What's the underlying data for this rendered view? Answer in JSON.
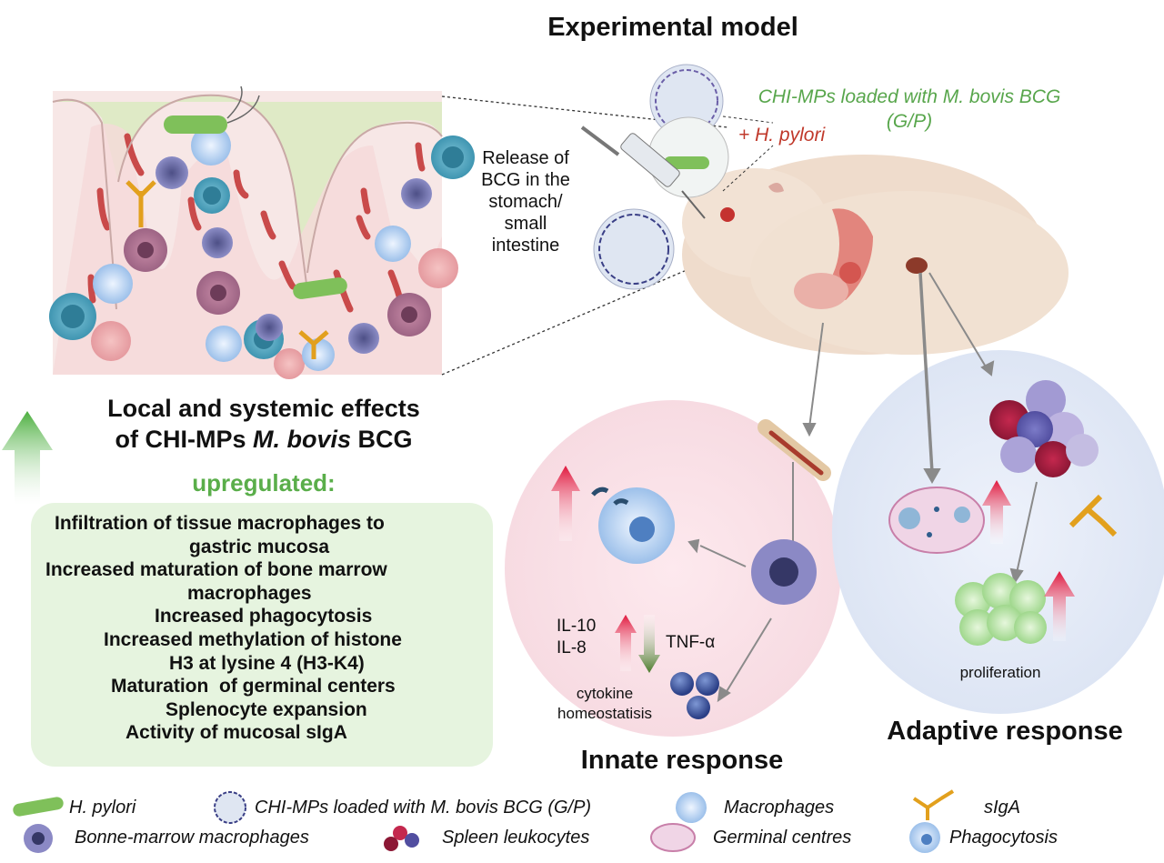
{
  "experimental_model": {
    "title": "Experimental model",
    "chi_mps_label_line1": "CHI-MPs loaded with M. bovis BCG",
    "chi_mps_label_line2": "(G/P)",
    "h_pylori_label": "+ H. pylori",
    "release_label": [
      "Release of",
      "BCG in the",
      "stomach/",
      "small",
      "intestine"
    ]
  },
  "effects": {
    "title_line1": "Local and systemic effects",
    "title_line2_prefix": "of CHI-MPs ",
    "title_line2_italic": "M. bovis",
    "title_line2_suffix": " BCG",
    "upregulated_label": "upregulated:",
    "items": [
      "Infiltration of tissue macrophages to",
      "gastric mucosa",
      "Increased maturation of bone marrow",
      "macrophages",
      "Increased phagocytosis",
      "Increased methylation of histone",
      "H3 at lysine 4 (H3-K4)",
      "Maturation  of germinal centers",
      "Splenocyte expansion",
      "Activity of mucosal sIgA"
    ]
  },
  "innate": {
    "title": "Innate response",
    "il10": "IL-10",
    "il8": "IL-8",
    "tnf": "TNF-α",
    "cytokine_line1": "cytokine",
    "cytokine_line2": "homeostatisis"
  },
  "adaptive": {
    "title": "Adaptive response",
    "proliferation": "proliferation"
  },
  "legend": [
    {
      "label": "H. pylori",
      "icon": "h-pylori-icon"
    },
    {
      "label": "CHI-MPs loaded with M. bovis BCG (G/P)",
      "icon": "chi-mps-icon"
    },
    {
      "label": "Macrophages",
      "icon": "macrophage-icon"
    },
    {
      "label": "sIgA",
      "icon": "siga-icon"
    },
    {
      "label": "Bonne-marrow macrophages",
      "icon": "bone-marrow-macrophage-icon"
    },
    {
      "label": "Spleen leukocytes",
      "icon": "spleen-leukocytes-icon"
    },
    {
      "label": "Germinal centres",
      "icon": "germinal-centres-icon"
    },
    {
      "label": "Phagocytosis",
      "icon": "phagocytosis-icon"
    }
  ],
  "colors": {
    "green_arrow": "#4caf3f",
    "red_arrow": "#e0163c",
    "dark_green_arrow": "#4a7a2a",
    "chi_label": "#58a64c",
    "h_pylori_label": "#c0392b",
    "effects_box": "#e6f4df",
    "innate_circle": "#fbe6ea",
    "adaptive_circle": "#e4eaf6"
  }
}
